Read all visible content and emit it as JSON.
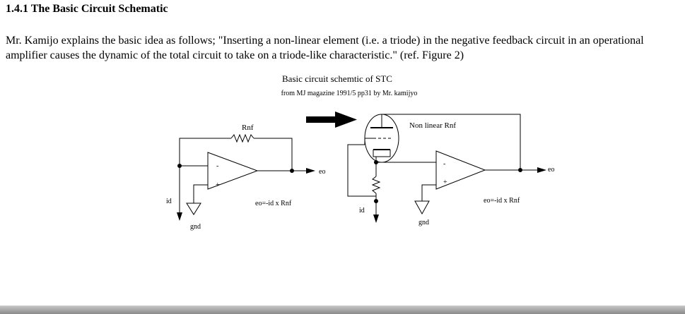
{
  "section": {
    "title": "1.4.1 The Basic Circuit Schematic",
    "paragraph": "Mr. Kamijo explains the basic idea as follows; \"Inserting a non-linear element (i.e. a triode) in the negative feedback circuit in an operational amplifier causes the dynamic of the total circuit to take on a triode-like characteristic.\" (ref. Figure 2)"
  },
  "figure": {
    "title": "Basic circuit schemtic of  STC",
    "subtitle": "from MJ magazine 1991/5 pp31    by Mr. kamijyo",
    "left_circuit": {
      "feedback_label": "Rnf",
      "output_label": "eo",
      "input_label": "id",
      "ground_label": "gnd",
      "equation": "eo=-id x Rnf",
      "minus_sign": "-",
      "plus_sign": "+"
    },
    "right_circuit": {
      "feedback_label": "Non linear Rnf",
      "output_label": "eo",
      "input_label": "id",
      "ground_label": "gnd",
      "equation": "eo=-id x Rnf",
      "minus_sign": "-",
      "plus_sign": "+"
    }
  }
}
